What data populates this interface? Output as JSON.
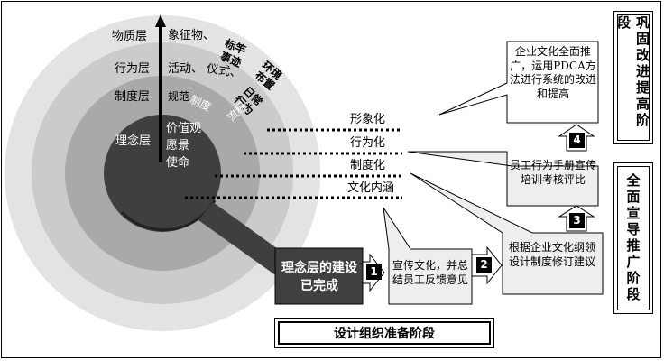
{
  "diagram": {
    "rings": {
      "outer": {
        "name": "物质层",
        "items": [
          "象征物、",
          "标竿",
          "事迹",
          "环境",
          "布置"
        ]
      },
      "second": {
        "name": "行为层",
        "items": [
          "活动、",
          "仪式、",
          "日常",
          "行为"
        ]
      },
      "third": {
        "name": "制度层",
        "items": [
          "规范",
          "制度",
          "流程"
        ]
      },
      "core": {
        "name": "理念层",
        "items": [
          "价值观",
          "愿景",
          "使命"
        ]
      }
    },
    "levels": [
      "形象化",
      "行为化",
      "制度化",
      "文化内涵"
    ],
    "core_done_box": "理念层的建设已完成",
    "callouts": {
      "c1": "宣传文化，并总结员工反馈意见",
      "c2": "根据企业文化纲领设计制度修订建议",
      "c3": "员工行为手册宣传培训考核评比",
      "c4": "企业文化全面推广，运用PDCA方法进行系统的改进和提高"
    },
    "step_numbers": [
      "1",
      "2",
      "3",
      "4"
    ],
    "stages": {
      "stage1": "设计组织准备阶段",
      "stage2": "全面宣导推广阶段",
      "stage3": "巩固改进提高阶段"
    }
  }
}
